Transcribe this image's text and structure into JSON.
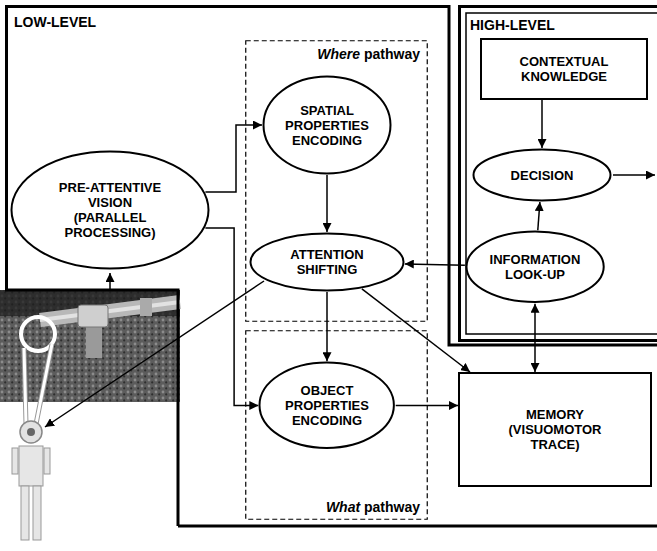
{
  "diagram": {
    "nodes": [
      {
        "text": [
          "LOW-LEVEL"
        ]
      },
      {
        "text": [
          "PRE-ATTENTIVE VISION (PARALLEL PROCESSING)"
        ],
        "in": 0
      },
      {
        "text": [
          "Where pathway"
        ],
        "in": 0
      },
      {
        "text": [
          "SPATIAL PROPERTIES ENCODING"
        ],
        "in": 2
      },
      {
        "text": [
          "ATTENTION SHIFTING"
        ],
        "in": 2
      },
      {
        "text": [
          "What pathway"
        ],
        "in": 0
      },
      {
        "text": [
          "OBJECT PROPERTIES ENCODING"
        ],
        "in": 5
      },
      {
        "text": [
          "MEMORY (VISUOMOTOR TRACE)"
        ],
        "in": 0
      },
      {
        "text": [
          "HIGH-LEVEL"
        ]
      },
      {
        "text": [
          "CONTEXTUAL KNOWLEDGE"
        ],
        "in": 8
      },
      {
        "text": [
          "DECISION"
        ],
        "in": 8
      },
      {
        "text": [
          "INFORMATION LOOK-UP"
        ],
        "in": 8
      }
    ],
    "edges": [
      {
        "from": 1,
        "to": 3,
        "arrow": "to"
      },
      {
        "from": 1,
        "to": 6,
        "arrow": "to"
      },
      {
        "from": 3,
        "to": 4,
        "arrow": "to"
      },
      {
        "from": 4,
        "to": 6,
        "arrow": "to"
      },
      {
        "from": 4,
        "to": 7,
        "arrow": "to"
      },
      {
        "from": 6,
        "to": 7,
        "arrow": "to"
      },
      {
        "from": 11,
        "to": 4,
        "arrow": "to"
      },
      {
        "from": 9,
        "to": 10,
        "arrow": "to"
      },
      {
        "from": 11,
        "to": 10,
        "arrow": "to"
      },
      {
        "from": 11,
        "to": 7,
        "arrow": "both"
      }
    ]
  }
}
